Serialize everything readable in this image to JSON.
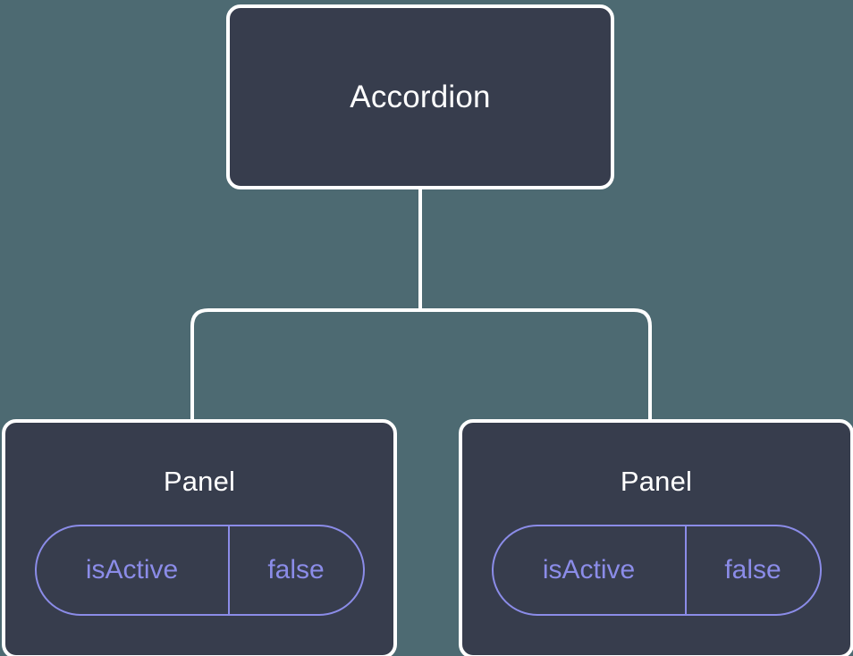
{
  "diagram": {
    "type": "component-tree",
    "background_color": "#4d6a72",
    "node_fill_color": "#373d4d",
    "node_border_color": "#ffffff",
    "edge_color": "#ffffff",
    "badge_color": "#8b8ce8",
    "root": {
      "title": "Accordion"
    },
    "children": [
      {
        "title": "Panel",
        "props": [
          {
            "key": "isActive",
            "value": "false"
          }
        ]
      },
      {
        "title": "Panel",
        "props": [
          {
            "key": "isActive",
            "value": "false"
          }
        ]
      }
    ]
  }
}
